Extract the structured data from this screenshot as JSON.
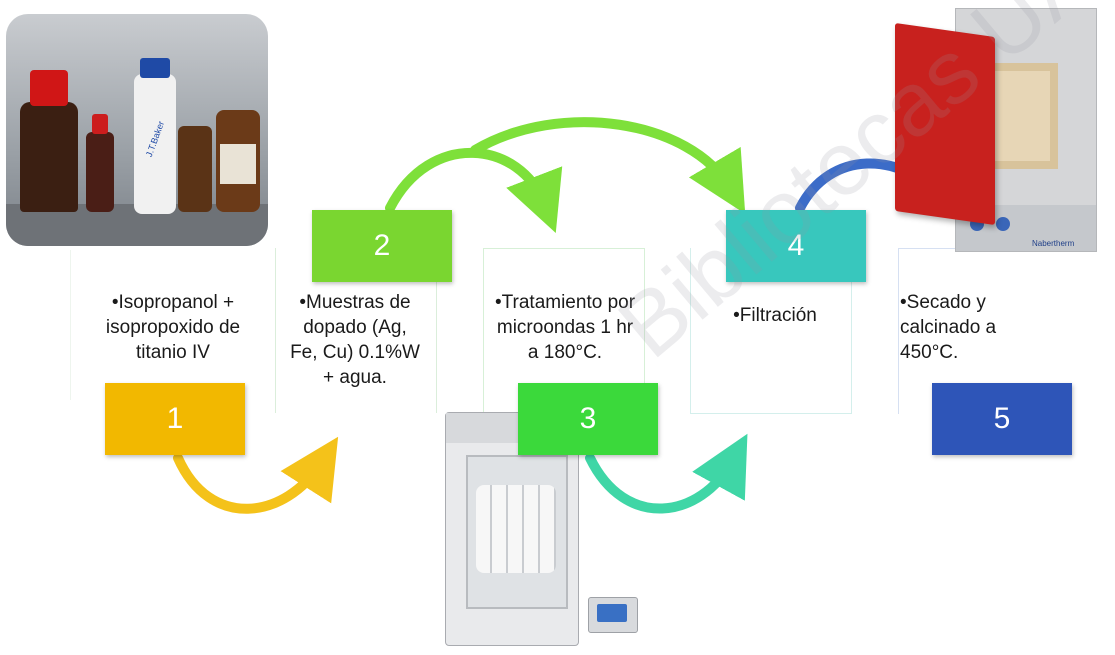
{
  "steps": [
    {
      "number": "1",
      "text": "•Isopropanol + isopropoxido de titanio IV",
      "color": "#f2b800"
    },
    {
      "number": "2",
      "text": "•Muestras de dopado (Ag, Fe, Cu) 0.1%W + agua.",
      "color": "#7ad630"
    },
    {
      "number": "3",
      "text": "•Tratamiento por microondas 1 hr a 180°C.",
      "color": "#3bd93b"
    },
    {
      "number": "4",
      "text": "•Filtración",
      "color": "#38c7bd"
    },
    {
      "number": "5",
      "text": "•Secado y calcinado a 450°C.",
      "color": "#2e55b8"
    }
  ],
  "photos": {
    "bottle_label_1": "J.T.Baker",
    "furnace_brand": "Nabertherm"
  },
  "watermark": "Bibliotecas UAQ",
  "colors": {
    "arrow_yellow": "#f4c21a",
    "arrow_green": "#7ee03a",
    "arrow_teal": "#3fd6a6",
    "arrow_blue": "#3c6cc8",
    "furnace_door": "#c8211e"
  }
}
